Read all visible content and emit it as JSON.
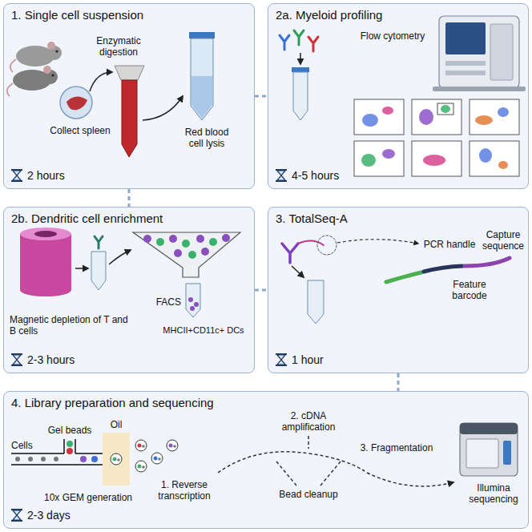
{
  "diagram": {
    "nodes": [
      {
        "text": [
          "1. Single cell suspension",
          "2 hours"
        ]
      },
      {
        "text": [
          "2a. Myeloid profiling",
          "4-5 hours"
        ]
      },
      {
        "text": [
          "2b. Dendritic cell enrichment",
          "2-3 hours"
        ]
      },
      {
        "text": [
          "3. TotalSeq-A",
          "1 hour"
        ]
      },
      {
        "text": [
          "4. Library preparation and sequencing",
          "2-3 days"
        ]
      }
    ],
    "edges": [
      {
        "from": 0,
        "to": 1,
        "arrow": "none"
      },
      {
        "from": 0,
        "to": 2,
        "arrow": "none"
      },
      {
        "from": 2,
        "to": 3,
        "arrow": "none"
      },
      {
        "from": 3,
        "to": 4,
        "arrow": "none"
      }
    ],
    "labels": [
      "Enzymatic digestion",
      "Collect spleen",
      "Red blood cell lysis",
      "Flow cytometry",
      "Magnetic depletion of T and B cells",
      "FACS",
      "MHCII+CD11c+ DCs",
      "PCR handle",
      "Capture sequence",
      "Feature barcode",
      "Gel beads",
      "Oil",
      "Cells",
      "10x GEM generation",
      "2. cDNA amplification",
      "1. Reverse transcription",
      "Bead cleanup",
      "3. Fragmentation",
      "Illumina sequencing"
    ]
  }
}
